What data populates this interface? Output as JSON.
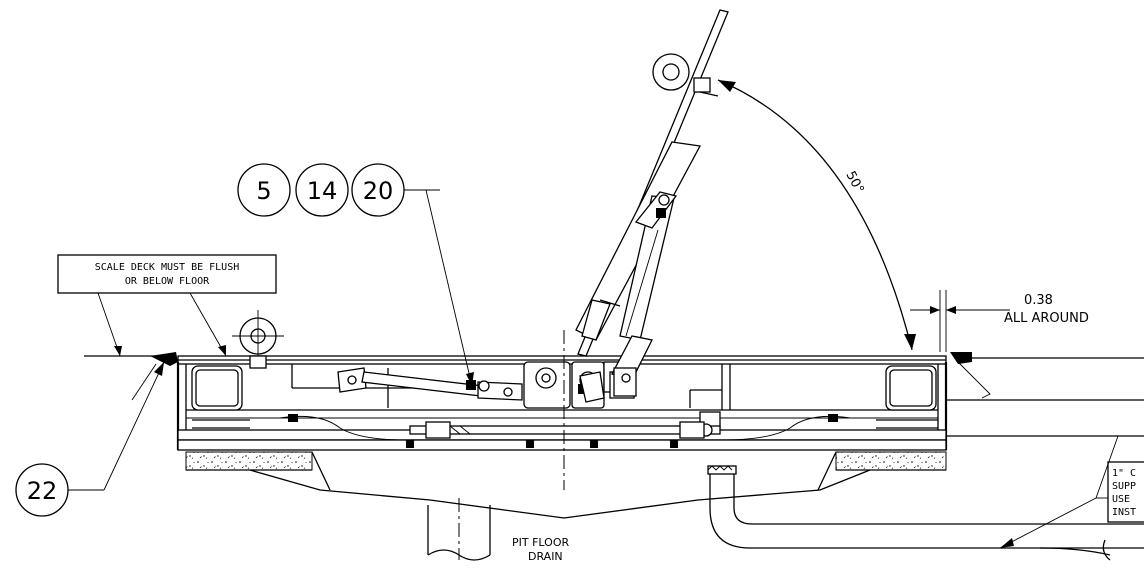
{
  "callouts": {
    "balloon_5": "5",
    "balloon_14": "14",
    "balloon_20": "20",
    "balloon_22": "22"
  },
  "notes": {
    "flush_line1": "SCALE DECK MUST BE FLUSH",
    "flush_line2": "OR BELOW FLOOR",
    "gap_value": "0.38",
    "gap_label": "ALL AROUND",
    "angle": "50°",
    "pit_drain_line1": "PIT FLOOR",
    "pit_drain_line2": "DRAIN",
    "conduit_line1": "1\" C",
    "conduit_line2": "SUPP",
    "conduit_line3": "USE",
    "conduit_line4": "INST"
  }
}
